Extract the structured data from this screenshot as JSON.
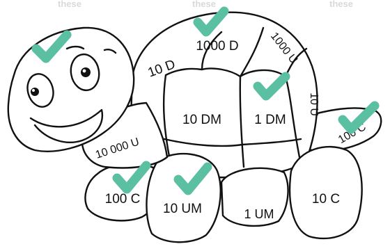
{
  "watermark": [
    "these",
    "these",
    "these"
  ],
  "labels": {
    "shell_top": "1000 D",
    "shell_upper_right": "1000 U",
    "shell_left": "10 D",
    "shell_center_left": "10 DM",
    "shell_center_right": "1 DM",
    "shell_right_edge": "10 U",
    "neck": "10 000 U",
    "tail": "100 C",
    "front_left_leg": "100 C",
    "front_leg": "10 UM",
    "rear_belly": "1 UM",
    "back_leg": "10 C"
  },
  "colors": {
    "check": "#5bbfa2",
    "outline": "#111111",
    "watermark": "#d9d9d9"
  },
  "icons": [
    "check-icon"
  ]
}
